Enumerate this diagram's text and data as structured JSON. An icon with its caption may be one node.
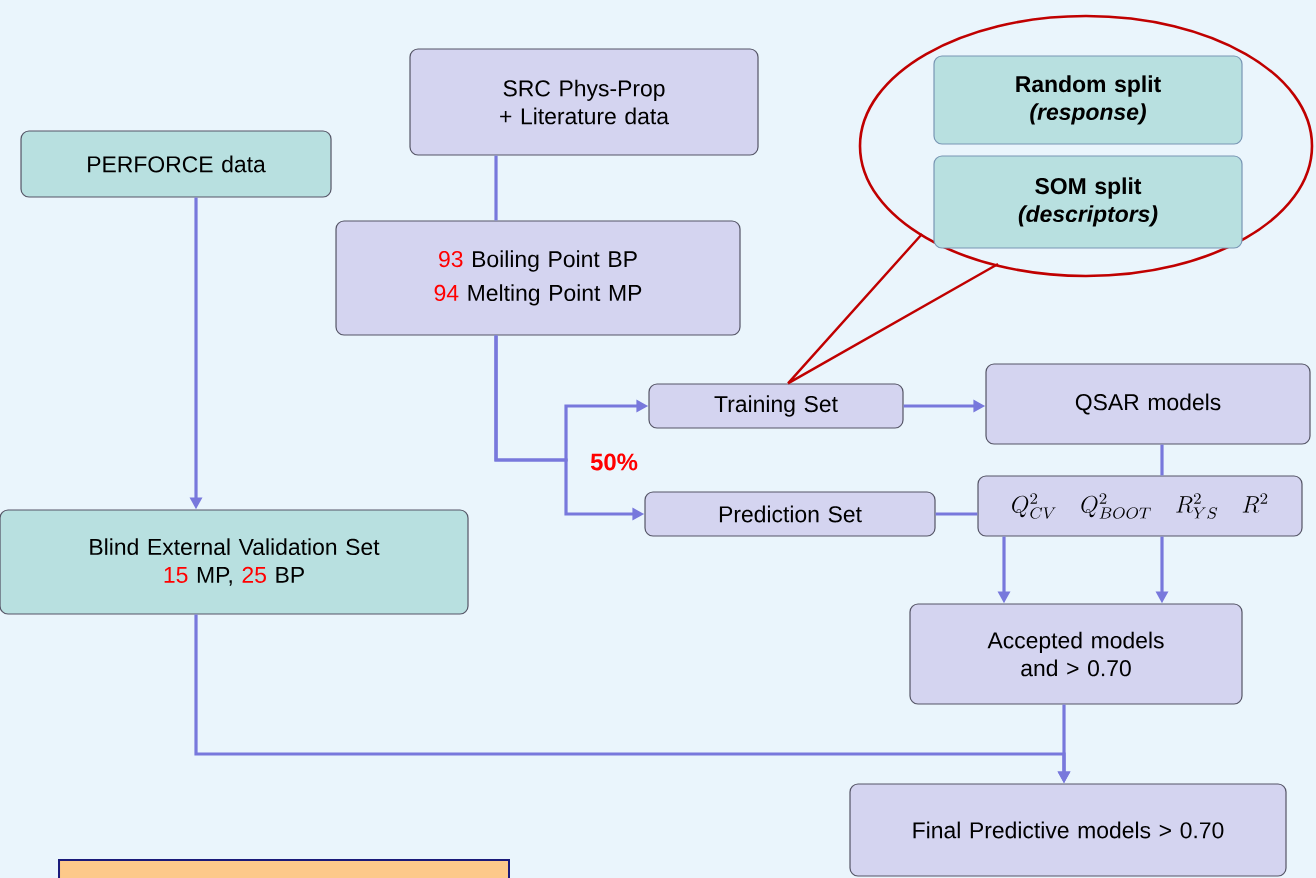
{
  "diagram": {
    "nodes": [
      {
        "text": [
          "PERFORCE data"
        ]
      },
      {
        "text": [
          "SRC Phys-Prop + Literature data"
        ]
      },
      {
        "text": [
          "93",
          "Boiling Point BP",
          "94",
          "Melting Point MP"
        ]
      },
      {
        "text": [
          "Training Set"
        ]
      },
      {
        "text": [
          "QSAR models"
        ]
      },
      {
        "text": [
          "Prediction Set"
        ]
      },
      {
        "text": [
          "Q^2_{CV}",
          "Q^2_{BOOT}",
          "R^2_{YS}",
          "R^2"
        ]
      },
      {
        "text": [
          "Blind External Validation Set",
          "15",
          "MP,",
          "25",
          "BP"
        ]
      },
      {
        "text": [
          "Accepted models and > 0.70"
        ]
      },
      {
        "text": [
          "Final Predictive models > 0.70"
        ]
      },
      {
        "text": [],
        "shape": "ellipse"
      },
      {
        "text": [
          "Random split",
          "(response)"
        ],
        "in": 10
      },
      {
        "text": [
          "SOM split",
          "(descriptors)"
        ],
        "in": 10
      },
      {
        "text": [],
        "shape": "box"
      }
    ],
    "edges": [
      {
        "from": 1,
        "to": 2,
        "arrow": "none"
      },
      {
        "from": 2,
        "to": 3,
        "arrow": "to"
      },
      {
        "from": 2,
        "to": 5,
        "arrow": "to"
      },
      {
        "from": 0,
        "to": 7,
        "arrow": "to"
      },
      {
        "from": 3,
        "to": 4,
        "arrow": "to"
      },
      {
        "from": 4,
        "to": 6,
        "arrow": "none"
      },
      {
        "from": 5,
        "to": 6,
        "arrow": "none"
      },
      {
        "from": 6,
        "to": 8,
        "arrow": "to"
      },
      {
        "from": 6,
        "to": 8,
        "arrow": "to"
      },
      {
        "from": 7,
        "to": 9,
        "arrow": "to"
      },
      {
        "from": 8,
        "to": 9,
        "arrow": "to"
      },
      {
        "from": 10,
        "to": 3,
        "arrow": "none",
        "color": "#c00000"
      }
    ],
    "labels": [
      "50%"
    ]
  }
}
